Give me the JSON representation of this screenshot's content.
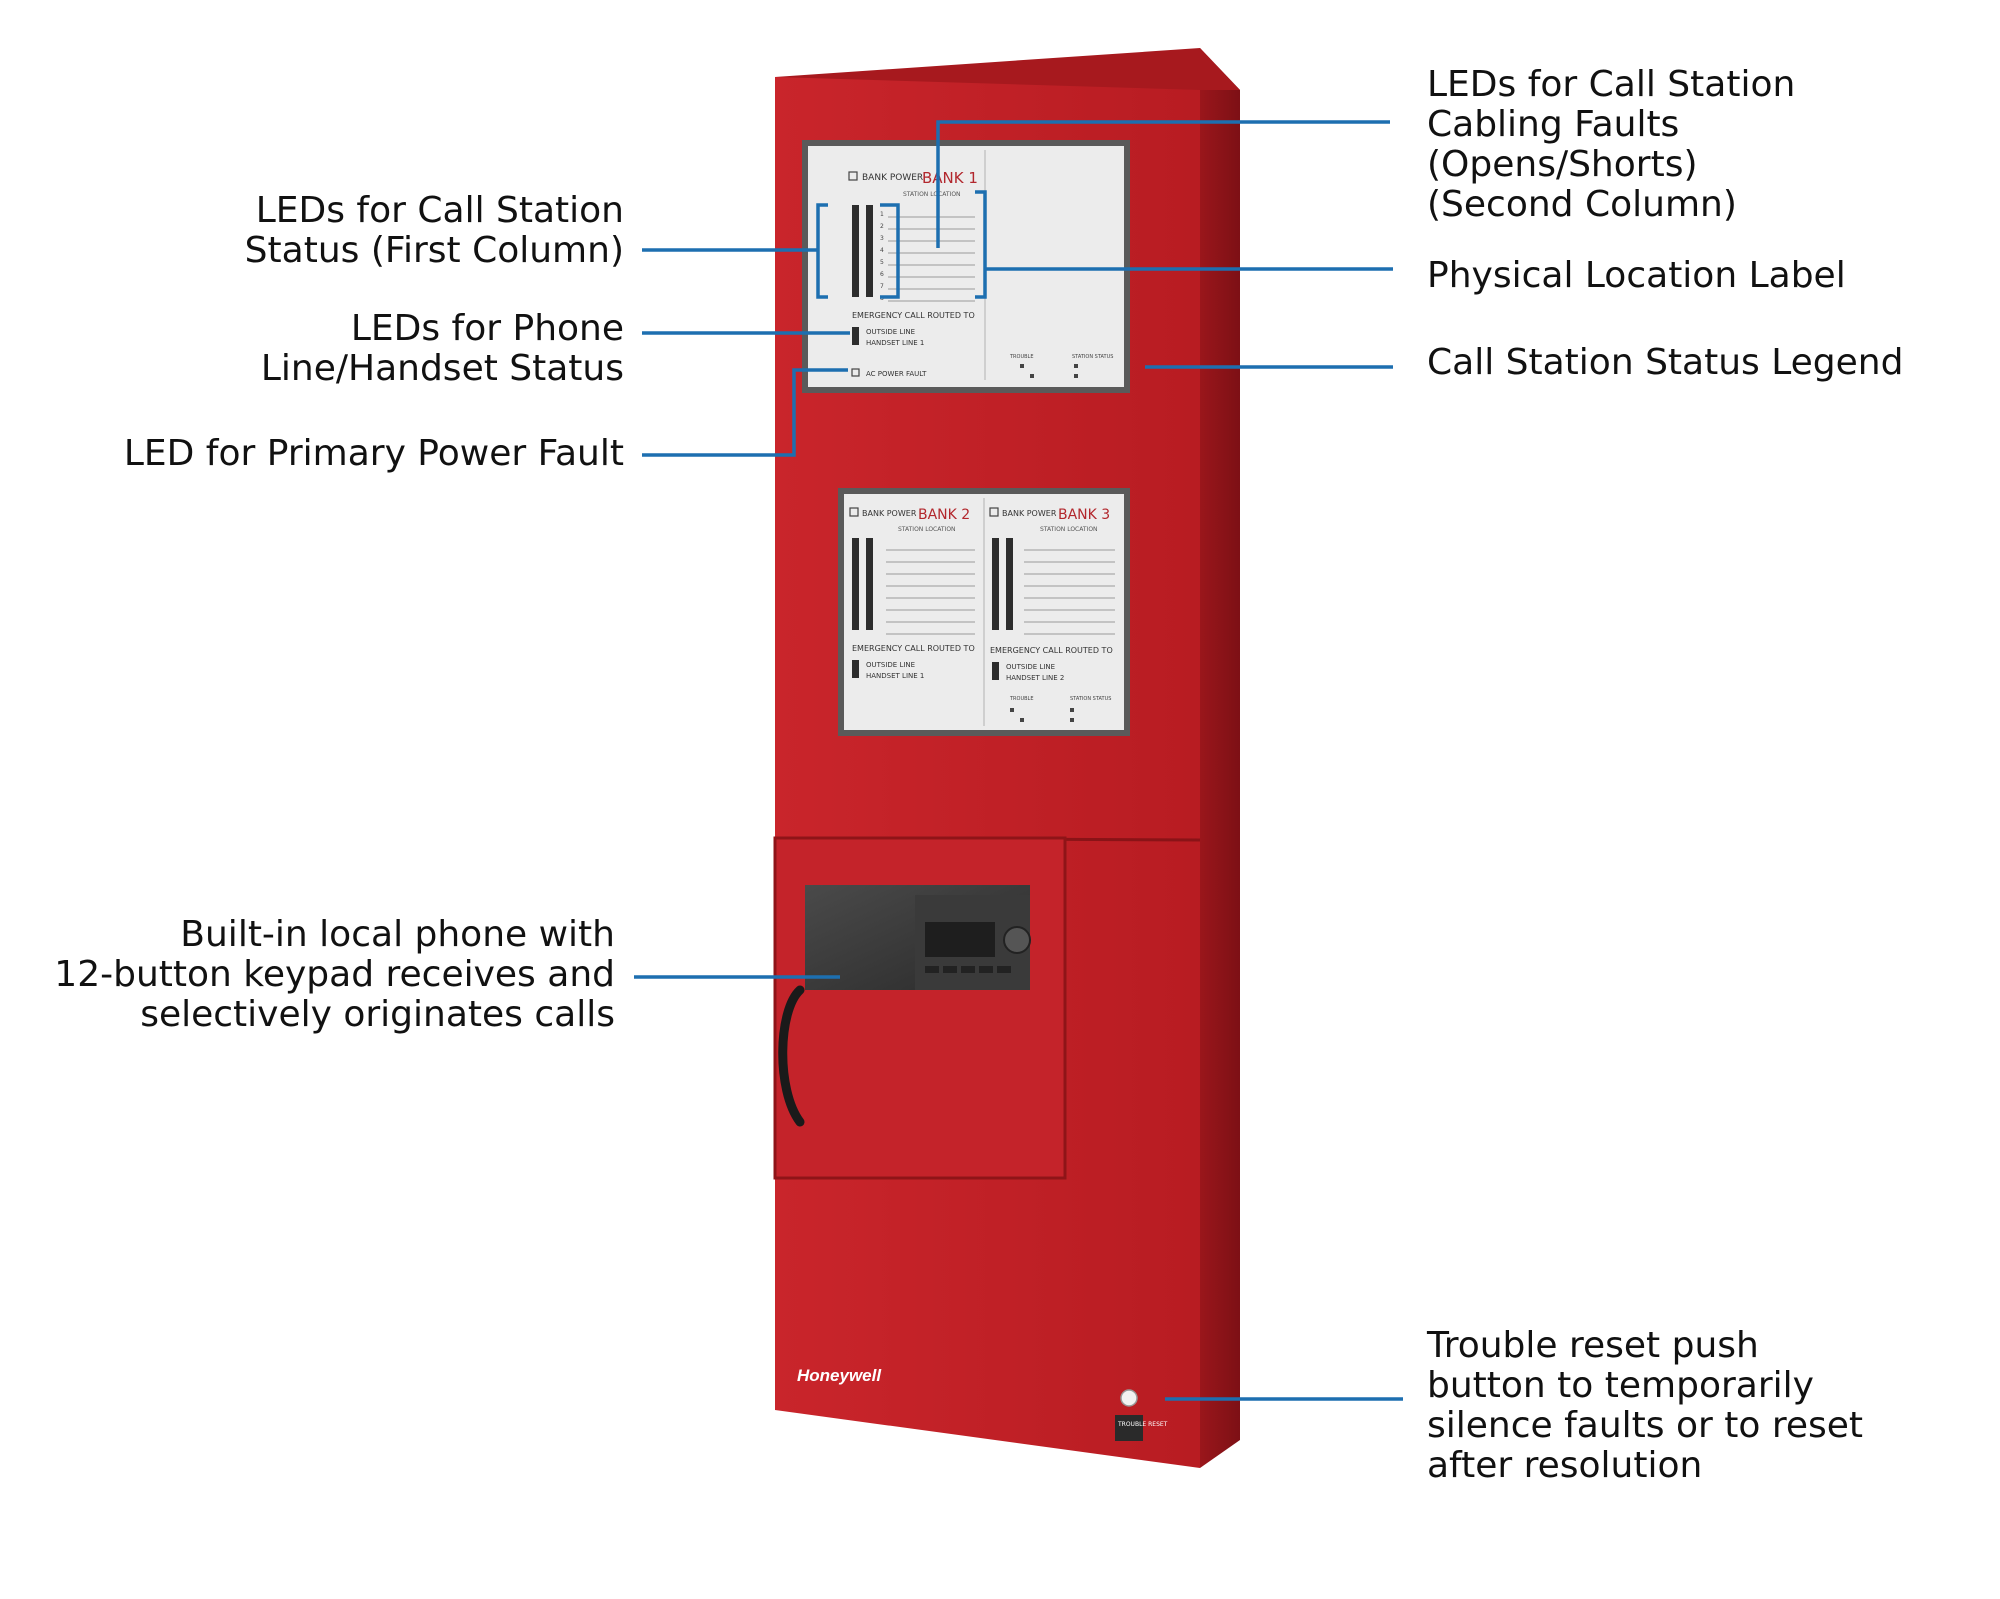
{
  "colors": {
    "leader_line": "#1d6fb0",
    "cabinet_red": "#c21f25",
    "cabinet_shadow": "#8f1418",
    "label_text": "#111111"
  },
  "callouts": {
    "status_first_column": "LEDs for Call Station\nStatus (First Column)",
    "phone_line_status": "LEDs for Phone\nLine/Handset Status",
    "primary_power_fault": "LED for Primary Power Fault",
    "built_in_phone": "Built-in local phone with\n12-button keypad receives and\nselectively originates calls",
    "cabling_faults": "LEDs for Call Station\nCabling Faults\n(Opens/Shorts)\n(Second Column)",
    "physical_location": "Physical Location Label",
    "status_legend": "Call Station Status Legend",
    "trouble_reset": "Trouble reset push\nbutton to temporarily\nsilence faults or to reset\nafter resolution"
  },
  "panel": {
    "bank_power": "BANK POWER",
    "station_location": "STATION LOCATION",
    "emergency_routed": "EMERGENCY CALL ROUTED TO",
    "outside_line": "OUTSIDE LINE",
    "ac_power_fault": "AC POWER FAULT",
    "legend_trouble": "TROUBLE",
    "legend_station_status": "STATION STATUS",
    "banks": [
      {
        "title": "BANK 1",
        "handset": "HANDSET LINE 1"
      },
      {
        "title": "BANK 2",
        "handset": "HANDSET LINE 1"
      },
      {
        "title": "BANK 3",
        "handset": "HANDSET LINE 2"
      }
    ],
    "station_numbers": [
      "1",
      "2",
      "3",
      "4",
      "5",
      "6",
      "7",
      "8"
    ],
    "brand": "Honeywell",
    "reset_label": "TROUBLE RESET"
  }
}
